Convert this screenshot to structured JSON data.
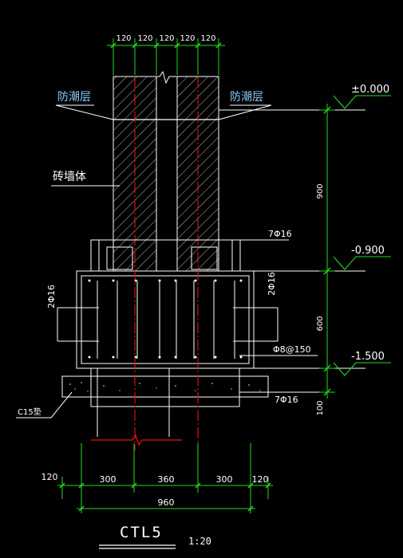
{
  "drawing": {
    "title": "CTL5",
    "scale": "1:20",
    "colors": {
      "background": "#000000",
      "dim_green": "#22dd22",
      "white": "#ffffff",
      "axis_red": "#ee1111",
      "hatch": "#dddddd",
      "label_cyan": "#88ccff"
    },
    "top_dims": [
      "120",
      "120",
      "120",
      "120",
      "120"
    ],
    "left_labels": {
      "damp_left": "防潮层",
      "brick_wall": "砖墙体",
      "rebar_left": "2Φ16"
    },
    "right_labels": {
      "damp_right": "防潮层",
      "rebar_top": "7Φ16",
      "rebar_right": "2Φ16",
      "stirrup": "Φ8@150",
      "rebar_bottom": "7Φ16"
    },
    "concrete_label": "C15垫",
    "elevations": [
      "±0.000",
      "-0.900",
      "-1.500"
    ],
    "vertical_dims": [
      "900",
      "600",
      "100"
    ],
    "bottom_dims": [
      "120",
      "300",
      "360",
      "300",
      "120"
    ],
    "total_dim": "960"
  }
}
